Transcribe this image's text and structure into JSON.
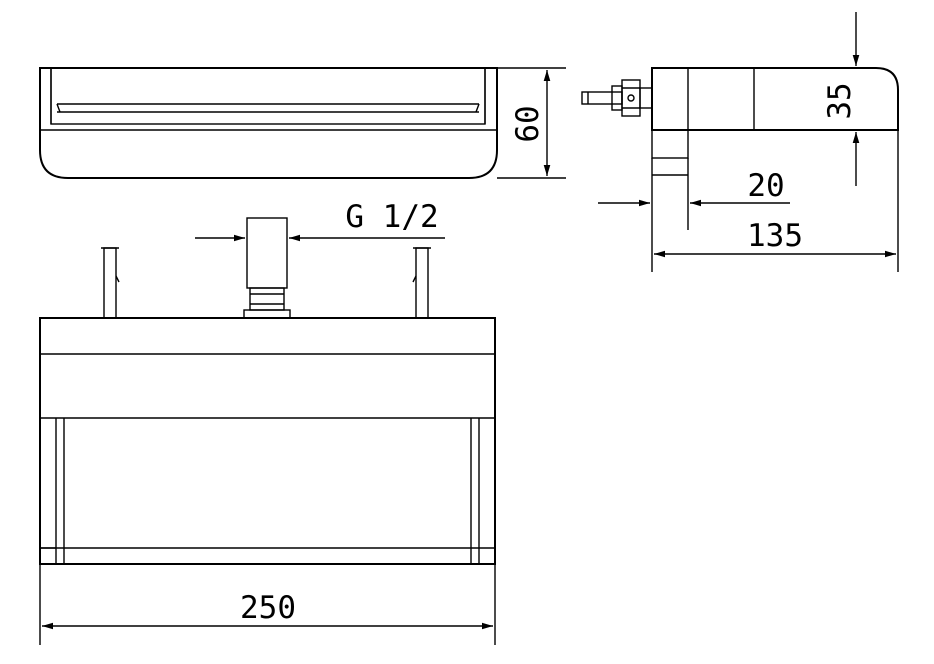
{
  "drawing": {
    "dimensions": {
      "height": "60",
      "thread": "G 1/2",
      "face_height": "35",
      "offset": "20",
      "depth": "135",
      "width": "250"
    }
  }
}
